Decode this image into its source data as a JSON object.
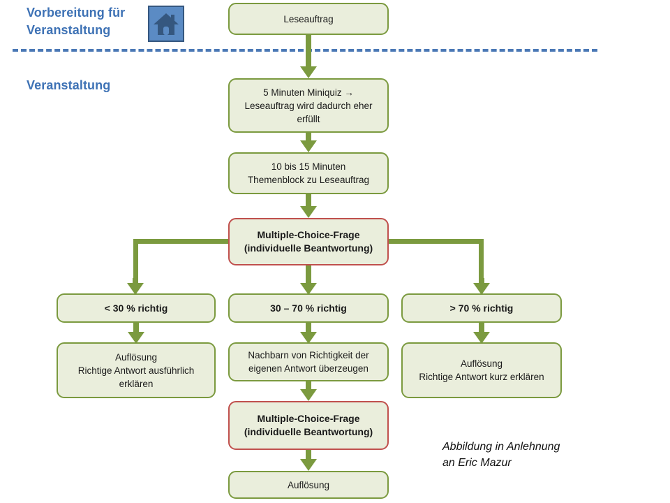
{
  "phases": {
    "preparation": "Vorbereitung für\nVeranstaltung",
    "event": "Veranstaltung"
  },
  "icons": {
    "house": "house-icon"
  },
  "colors": {
    "box_border_green": "#7B9A3F",
    "box_border_red": "#C0504D",
    "box_fill": "#EAEEDC",
    "heading_blue": "#3E72B5",
    "divider_blue": "#4A78B5",
    "icon_tile": "#5B8BC4",
    "icon_house": "#35577F",
    "arrow_green": "#7B9A3F"
  },
  "nodes": {
    "reading_assignment": "Leseauftrag",
    "miniquiz": "5 Minuten Miniquiz →\nLeseauftrag wird dadurch eher\nerfüllt",
    "topic_block": "10 bis 15 Minuten\nThemenblock zu Leseauftrag",
    "mc_question_1": "Multiple-Choice-Frage\n(individuelle Beantwortung)",
    "branch_low": "< 30 % richtig",
    "branch_mid": "30 – 70 % richtig",
    "branch_high": "> 70 % richtig",
    "outcome_low": "Auflösung\nRichtige Antwort ausführlich\nerklären",
    "outcome_mid": "Nachbarn von Richtigkeit der\neigenen Antwort überzeugen",
    "outcome_high": "Auflösung\nRichtige Antwort kurz erklären",
    "mc_question_2": "Multiple-Choice-Frage\n(individuelle Beantwortung)",
    "resolution": "Auflösung"
  },
  "caption": "Abbildung in Anlehnung\nan Eric Mazur"
}
